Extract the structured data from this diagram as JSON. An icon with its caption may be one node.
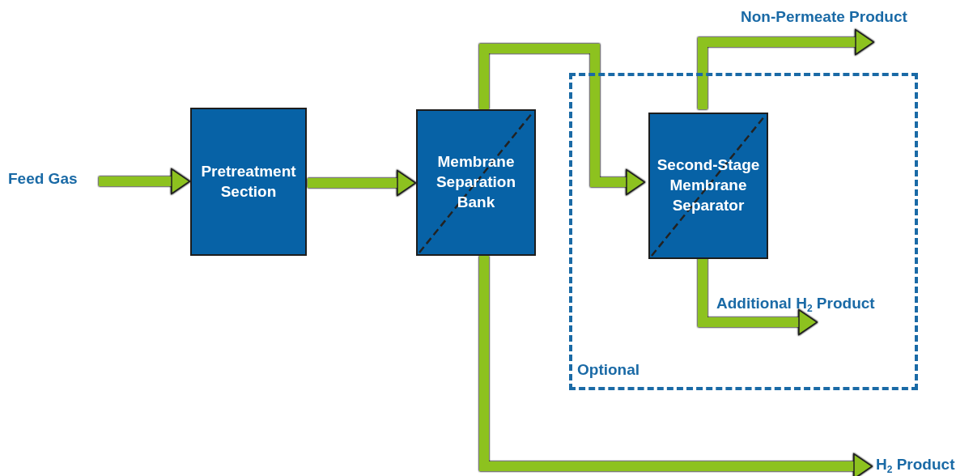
{
  "diagram": {
    "nodes": [
      {
        "text": [
          "Feed Gas"
        ]
      },
      {
        "text": [
          "Pretreatment Section"
        ]
      },
      {
        "text": [
          "Membrane Separation Bank"
        ]
      },
      {
        "text": [
          "Optional"
        ]
      },
      {
        "text": [
          "Second-Stage Membrane Separator"
        ],
        "in": 3
      }
    ],
    "edges": [
      {
        "from": 0,
        "to": 1,
        "arrow": "to"
      },
      {
        "from": 1,
        "to": 2,
        "arrow": "to"
      },
      {
        "from": 2,
        "to": 4,
        "arrow": "to"
      },
      {
        "from": 4,
        "to": null,
        "arrow": "to",
        "label": "Non-Permeate Product"
      },
      {
        "from": 4,
        "to": null,
        "arrow": "to",
        "label": "Additional H$_{2}$ Product"
      },
      {
        "from": 2,
        "to": null,
        "arrow": "to",
        "label": "H$_{2}$ Product"
      }
    ]
  }
}
